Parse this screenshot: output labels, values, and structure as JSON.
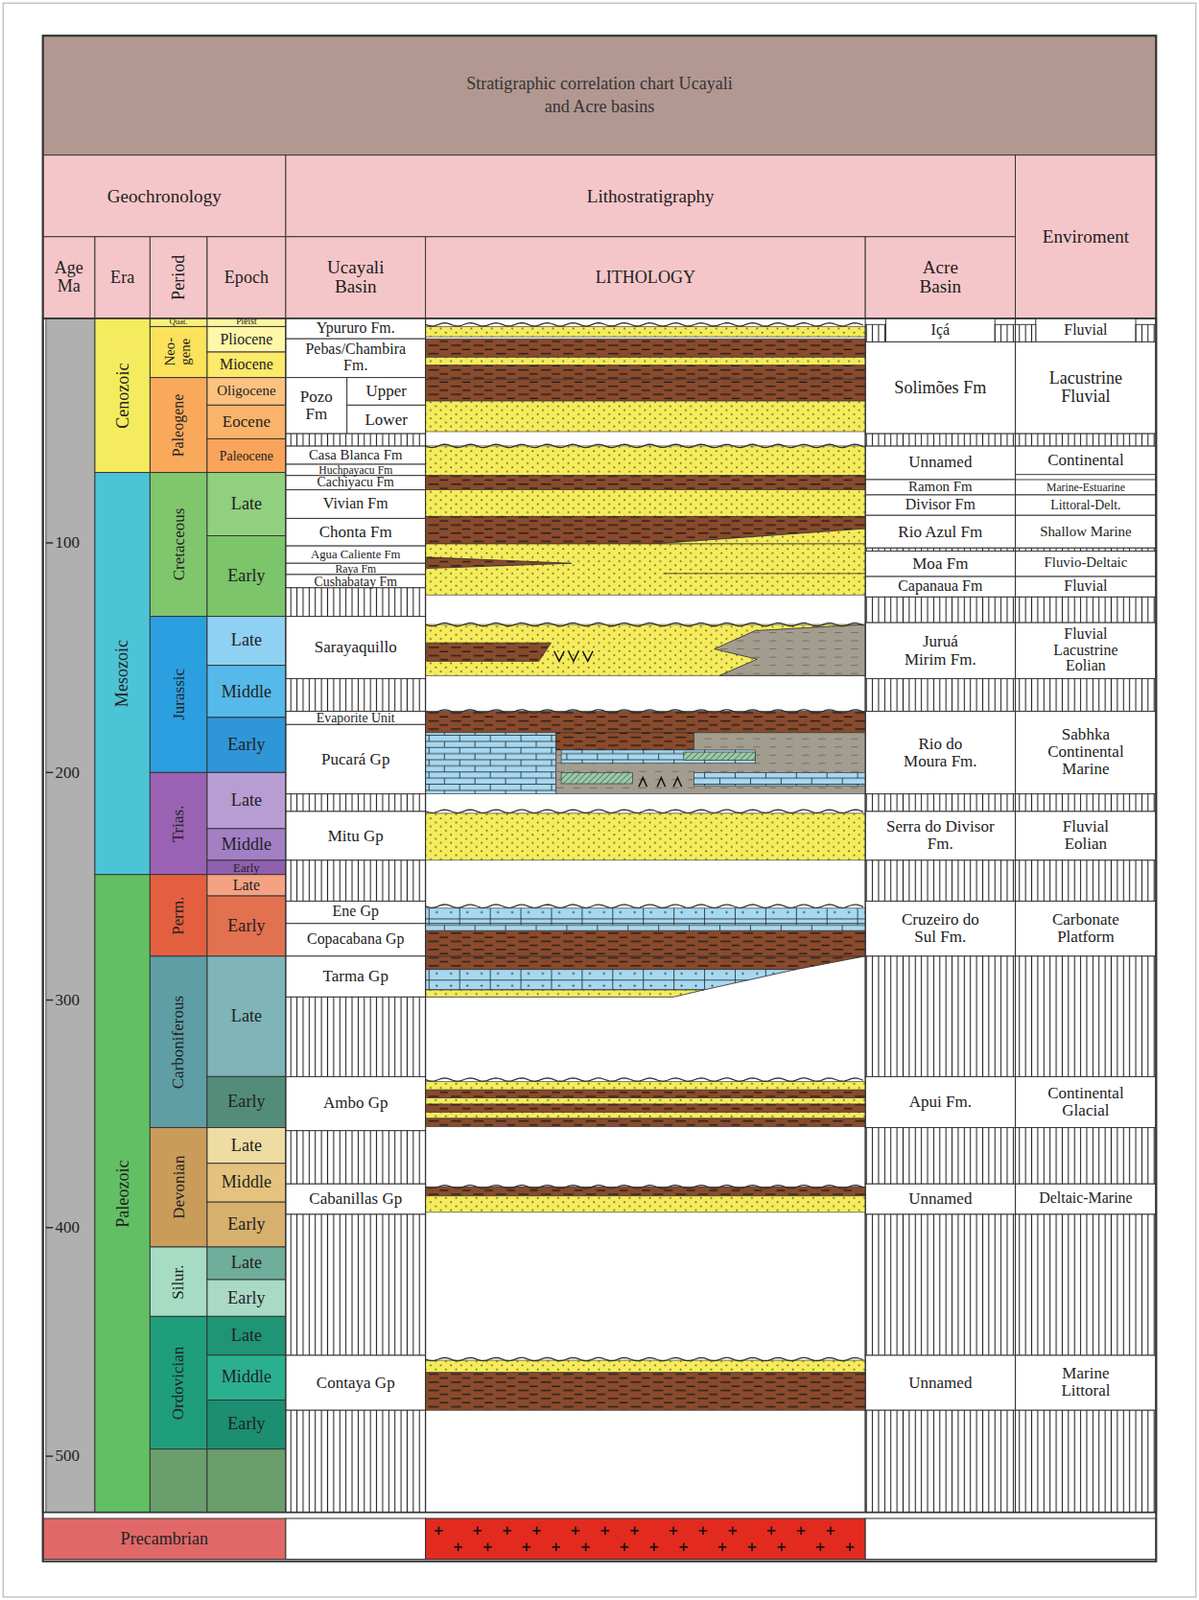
{
  "diagram": {
    "title": "Stratigraphic correlation chart Ucayali and Acre basins",
    "labels": [
      "Geochronology",
      "Lithostratigraphy",
      "Enviroment",
      "Age Ma",
      "Era",
      "Period",
      "Epoch",
      "Ucayali Basin",
      "LITHOLOGY",
      "Acre Basin",
      "100",
      "200",
      "300",
      "400",
      "500",
      "Cenozoic",
      "Mesozoic",
      "Paleozoic",
      "Quat.",
      "Neo- gene",
      "Paleogene",
      "Cretaceous",
      "Jurassic",
      "Trias.",
      "Perm.",
      "Carboniferous",
      "Devonian",
      "Silur.",
      "Ordovician",
      "Pleist",
      "Pliocene",
      "Miocene",
      "Oligocene",
      "Eocene",
      "Paleocene",
      "Late",
      "Early",
      "Late",
      "Middle",
      "Early",
      "Late",
      "Middle",
      "Early",
      "Late",
      "Early",
      "Late",
      "Early",
      "Late",
      "Middle",
      "Early",
      "Late",
      "Early",
      "Late",
      "Middle",
      "Early",
      "Ypururo Fm.",
      "Pebas/Chambira Fm.",
      "Pozo Fm",
      "Upper",
      "Lower",
      "Casa Blanca Fm",
      "Huchpayacu Fm",
      "Cachiyacu Fm",
      "Vivian Fm",
      "Chonta Fm",
      "Agua Caliente Fm",
      "Raya Fm",
      "Cushabatay Fm",
      "Sarayaquillo",
      "Evaporite Unit",
      "Pucará Gp",
      "Mitu Gp",
      "Ene Gp",
      "Copacabana Gp",
      "Tarma Gp",
      "Ambo Gp",
      "Cabanillas Gp",
      "Contaya Gp",
      "Içá",
      "Solimões Fm",
      "Unnamed",
      "Ramon Fm",
      "Divisor Fm",
      "Rio Azul Fm",
      "Moa Fm",
      "Capanaua Fm",
      "Juruá Mirim Fm.",
      "Rio do Moura Fm.",
      "Serra do Divisor Fm.",
      "Cruzeiro do Sul Fm.",
      "Apui Fm.",
      "Unnamed",
      "Unnamed",
      "Fluvial",
      "Lacustrine Fluvial",
      "Continental",
      "Marine-Estuarine",
      "Littoral-Delt.",
      "Shallow Marine",
      "Fluvio-Deltaic",
      "Fluvial",
      "Fluvial Lacustrine Eolian",
      "Sabhka Continental Marine",
      "Fluvial Eolian",
      "Carbonate Platform",
      "Continental Glacial",
      "Deltaic-Marine",
      "Marine Littoral",
      "Precambrian"
    ]
  }
}
